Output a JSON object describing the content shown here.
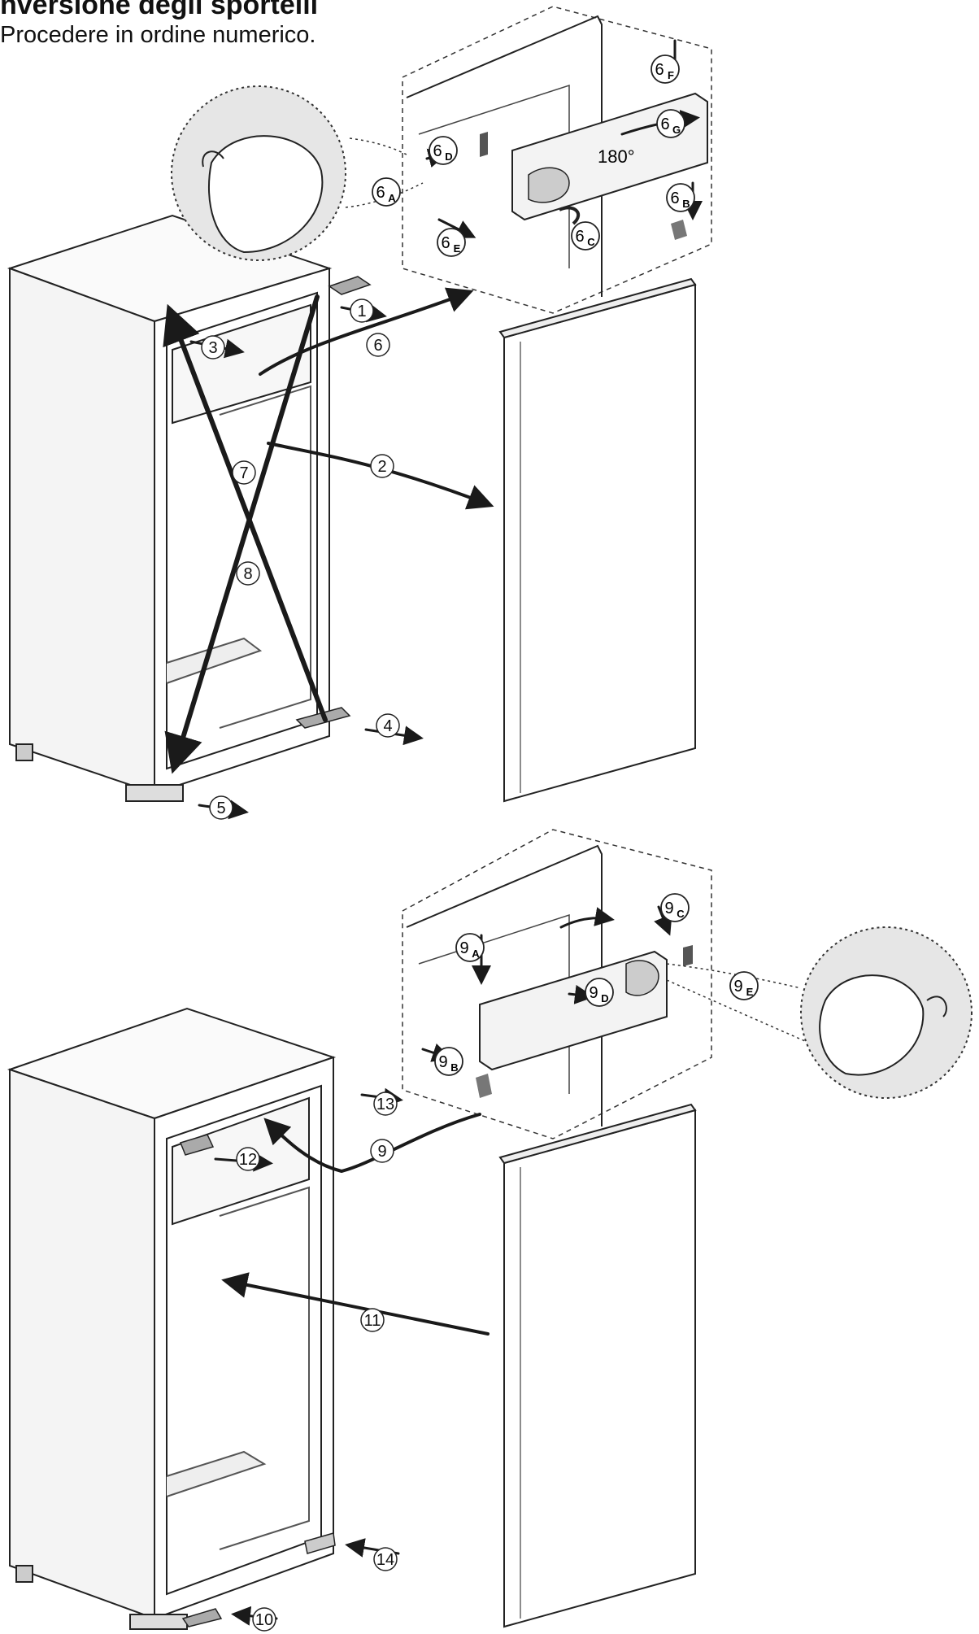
{
  "header": {
    "title": "nversione degli sportelli",
    "subtitle": "Procedere in ordine numerico."
  },
  "angle_label": "180°",
  "steps": {
    "s1": "1",
    "s2": "2",
    "s3": "3",
    "s4": "4",
    "s5": "5",
    "s6": "6",
    "s7": "7",
    "s8": "8",
    "s9": "9",
    "s10": "10",
    "s11": "11",
    "s12": "12",
    "s13": "13",
    "s14": "14"
  },
  "substeps": {
    "s6a": {
      "num": "6",
      "sub": "A"
    },
    "s6b": {
      "num": "6",
      "sub": "B"
    },
    "s6c": {
      "num": "6",
      "sub": "C"
    },
    "s6d": {
      "num": "6",
      "sub": "D"
    },
    "s6e": {
      "num": "6",
      "sub": "E"
    },
    "s6f": {
      "num": "6",
      "sub": "F"
    },
    "s6g": {
      "num": "6",
      "sub": "G"
    },
    "s9a": {
      "num": "9",
      "sub": "A"
    },
    "s9b": {
      "num": "9",
      "sub": "B"
    },
    "s9c": {
      "num": "9",
      "sub": "C"
    },
    "s9d": {
      "num": "9",
      "sub": "D"
    },
    "s9e": {
      "num": "9",
      "sub": "E"
    }
  },
  "colors": {
    "line": "#222222",
    "arrow": "#1a1a1a",
    "fill": "#ffffff",
    "shade": "#d9d9d9"
  }
}
